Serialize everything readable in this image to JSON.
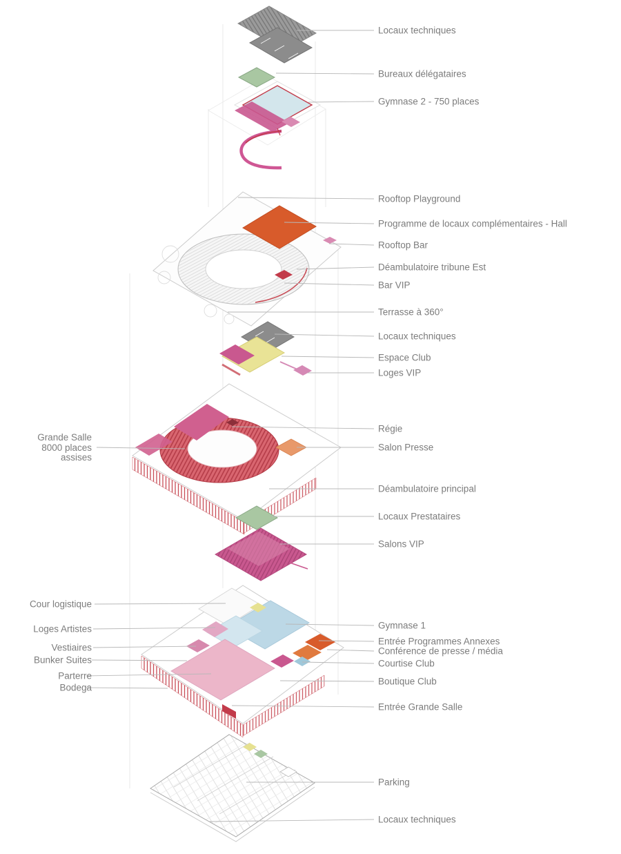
{
  "palette": {
    "label_text": "#7c7c7c",
    "leader_line": "#b8b8b8",
    "crimson": "#c23b4a",
    "magenta": "#c9588f",
    "pink": "#ecb6c9",
    "orange": "#d85b2b",
    "salmon": "#e8996a",
    "blue": "#bcd8e6",
    "green": "#a9c7a2",
    "yellow": "#e9e396",
    "dark_gray": "#8f8f8f"
  },
  "labels": {
    "right": [
      {
        "text": "Locaux techniques"
      },
      {
        "text": "Bureaux délégataires"
      },
      {
        "text": "Gymnase 2 - 750 places"
      },
      {
        "text": "Rooftop Playground"
      },
      {
        "text": "Programme de locaux complémentaires - Hall"
      },
      {
        "text": "Rooftop Bar"
      },
      {
        "text": "Déambulatoire tribune Est"
      },
      {
        "text": "Bar VIP"
      },
      {
        "text": "Terrasse à 360°"
      },
      {
        "text": "Locaux techniques"
      },
      {
        "text": "Espace Club"
      },
      {
        "text": "Loges VIP"
      },
      {
        "text": "Régie"
      },
      {
        "text": "Salon Presse"
      },
      {
        "text": "Déambulatoire principal"
      },
      {
        "text": "Locaux Prestataires"
      },
      {
        "text": "Salons VIP"
      },
      {
        "text": "Gymnase 1"
      },
      {
        "text": "Entrée Programmes Annexes"
      },
      {
        "text": "Conférence de presse / média"
      },
      {
        "text": "Courtise Club"
      },
      {
        "text": "Boutique Club"
      },
      {
        "text": "Entrée Grande Salle"
      },
      {
        "text": "Parking"
      },
      {
        "text": "Locaux techniques"
      }
    ],
    "left": [
      {
        "text": "Cour logistique"
      },
      {
        "text": "Loges Artistes"
      },
      {
        "text": "Vestiaires"
      },
      {
        "text": "Bunker Suites"
      },
      {
        "text": "Parterre"
      },
      {
        "text": "Bodega"
      }
    ],
    "left_block": {
      "lines": [
        "Grande Salle",
        "8000 places",
        "assises"
      ]
    }
  }
}
